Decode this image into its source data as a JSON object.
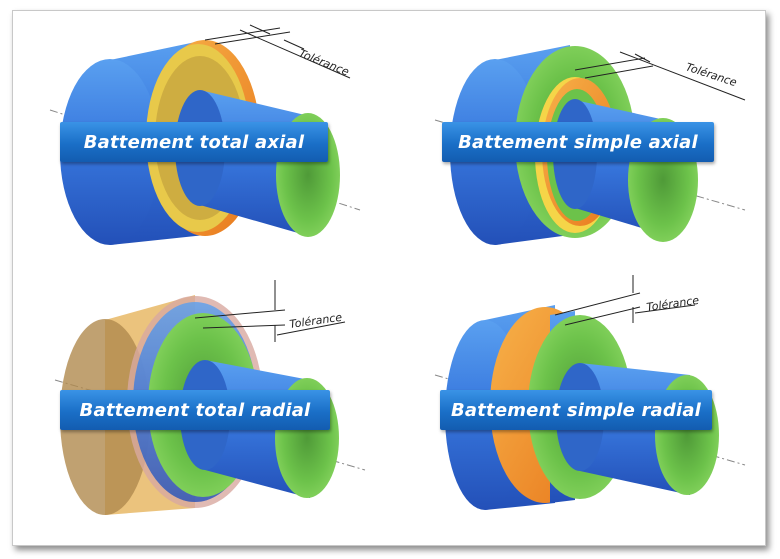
{
  "panels": [
    {
      "label": "Battement total axial",
      "tolerance_label": "Tolérance"
    },
    {
      "label": "Battement simple axial",
      "tolerance_label": "Tolérance"
    },
    {
      "label": "Battement total radial",
      "tolerance_label": "Tolérance"
    },
    {
      "label": "Battement simple radial",
      "tolerance_label": "Tolérance"
    }
  ],
  "colors": {
    "body_blue": "#3f7fe0",
    "face_green": "#6cc24a",
    "tolerance_orange": "#f39a3a",
    "tolerance_yellow": "#f5d548",
    "banner_blue": "#1a6fc7"
  }
}
